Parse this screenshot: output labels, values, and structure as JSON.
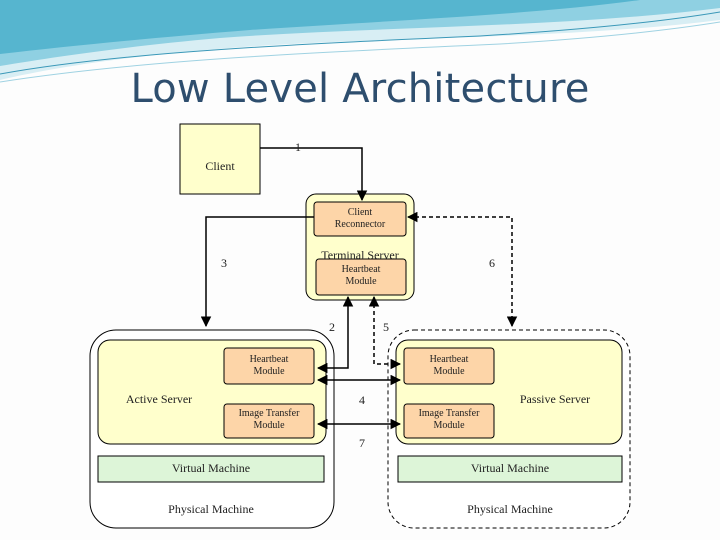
{
  "slide": {
    "title": "Low Level Architecture"
  },
  "diagram": {
    "client": "Client",
    "client_reconnector": [
      "Client",
      "Reconnector"
    ],
    "terminal_server": "Terminal Server",
    "ts_heartbeat": [
      "Heartbeat",
      "Module"
    ],
    "active_server": "Active Server",
    "passive_server": "Passive Server",
    "active_heartbeat": [
      "Heartbeat",
      "Module"
    ],
    "passive_heartbeat": [
      "Heartbeat",
      "Module"
    ],
    "active_image_transfer": [
      "Image Transfer",
      "Module"
    ],
    "passive_image_transfer": [
      "Image Transfer",
      "Module"
    ],
    "active_vm": "Virtual Machine",
    "passive_vm": "Virtual Machine",
    "active_pm": "Physical Machine",
    "passive_pm": "Physical Machine",
    "numbers": [
      "1",
      "2",
      "3",
      "4",
      "5",
      "6",
      "7"
    ]
  },
  "colors": {
    "title": "#2e4e6e",
    "light_yellow": "#ffffcc",
    "orange_box": "#fdd5a8",
    "green_box": "#ddf5d8",
    "wave_blue": "#6fc0d6"
  }
}
